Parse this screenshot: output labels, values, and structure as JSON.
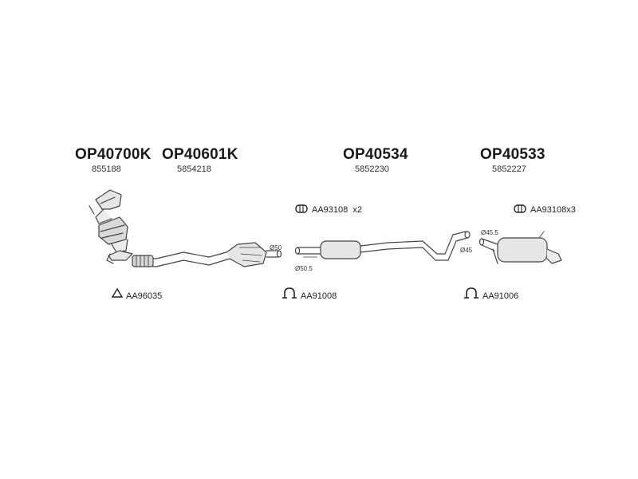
{
  "parts": [
    {
      "code": "OP40700K",
      "number": "855188"
    },
    {
      "code": "OP40601K",
      "number": "5854218"
    },
    {
      "code": "OP40534",
      "number": "5852230"
    },
    {
      "code": "OP40533",
      "number": "5852227"
    }
  ],
  "accessories": {
    "clamp_1": {
      "label": "AA93108",
      "qty": "x2"
    },
    "clamp_2": {
      "label": "AA93108x3"
    },
    "gasket_1": {
      "label": "AA96035"
    },
    "hanger_1": {
      "label": "AA91008"
    },
    "hanger_2": {
      "label": "AA91006"
    }
  },
  "dimensions": {
    "d50": "Ø50",
    "d50_5": "Ø50.5",
    "d45": "Ø45",
    "d45_5": "Ø45.5"
  },
  "colors": {
    "line": "#444444",
    "fill": "#e6e6e6"
  }
}
